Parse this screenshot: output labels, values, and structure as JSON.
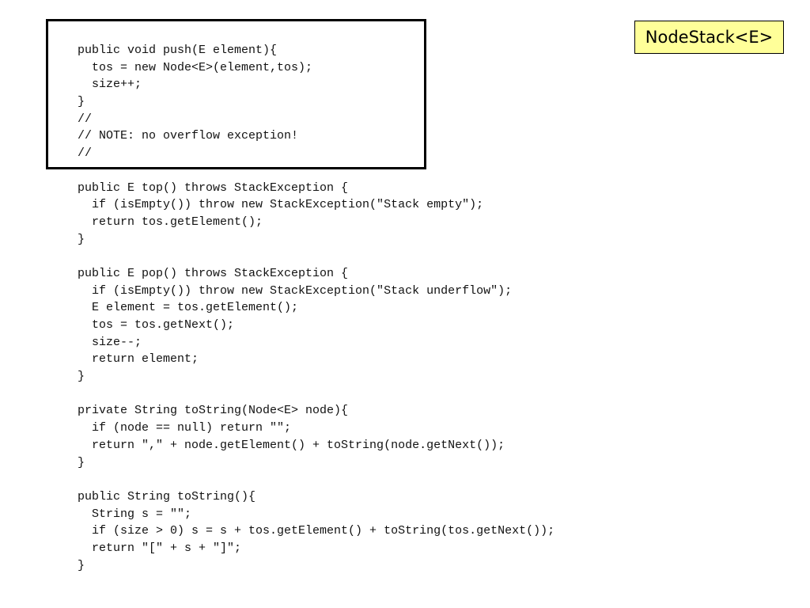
{
  "title": "NodeStack<E>",
  "code_lines": [
    "public void push(E element){",
    "  tos = new Node<E>(element,tos);",
    "  size++;",
    "}",
    "//",
    "// NOTE: no overflow exception!",
    "//",
    "",
    "public E top() throws StackException {",
    "  if (isEmpty()) throw new StackException(\"Stack empty\");",
    "  return tos.getElement();",
    "}",
    "",
    "public E pop() throws StackException {",
    "  if (isEmpty()) throw new StackException(\"Stack underflow\");",
    "  E element = tos.getElement();",
    "  tos = tos.getNext();",
    "  size--;",
    "  return element;",
    "}",
    "",
    "private String toString(Node<E> node){",
    "  if (node == null) return \"\";",
    "  return \",\" + node.getElement() + toString(node.getNext());",
    "}",
    "",
    "public String toString(){",
    "  String s = \"\";",
    "  if (size > 0) s = s + tos.getElement() + toString(tos.getNext());",
    "  return \"[\" + s + \"]\";",
    "}"
  ]
}
